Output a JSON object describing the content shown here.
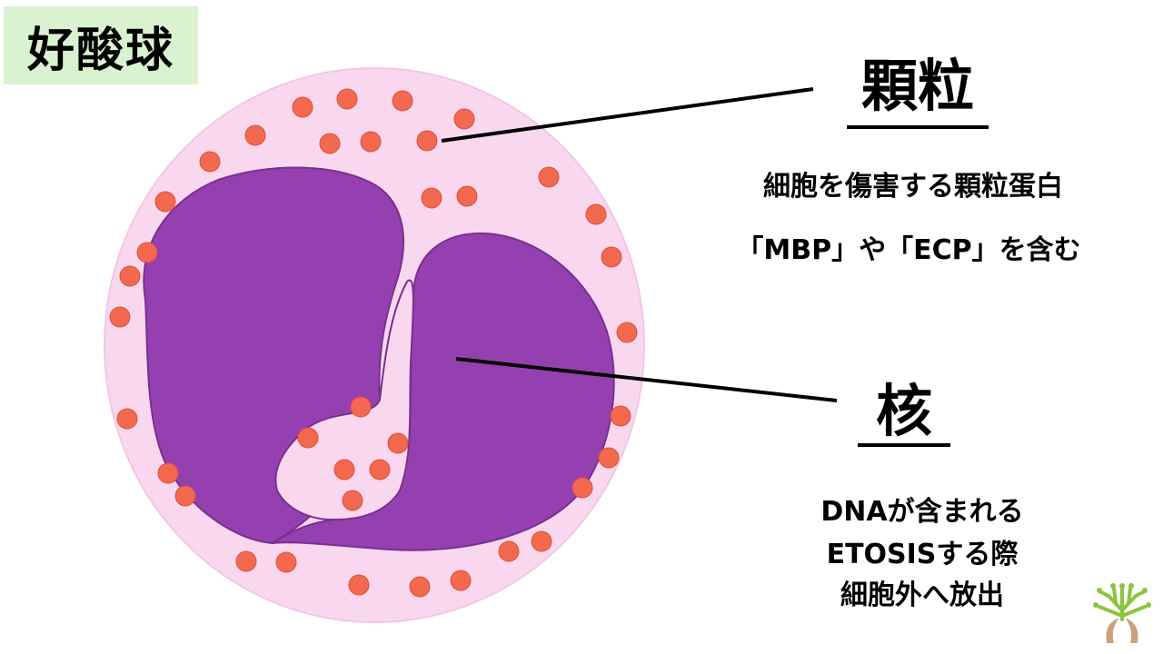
{
  "title": "好酸球",
  "granule": {
    "label": "顆粒",
    "desc_line1": "細胞を傷害する顆粒蛋白",
    "desc_line2": "「MBP」や「ECP」を含む"
  },
  "nucleus": {
    "label": "核",
    "desc_line1": "DNAが含まれる",
    "desc_line2": "ETOSISする際",
    "desc_line3": "細胞外へ放出"
  },
  "colors": {
    "title_bg": "#d9f2d0",
    "cytoplasm": "#f9d8ef",
    "nucleus": "#9540b0",
    "granule": "#f2694f"
  },
  "icons": {
    "logo": "tree-logo-icon"
  }
}
